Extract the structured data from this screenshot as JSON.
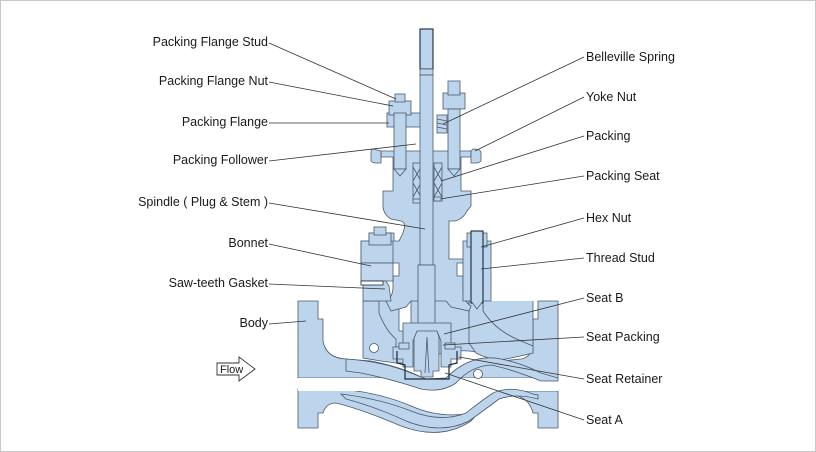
{
  "diagram": {
    "subject": "Control valve cross-section",
    "flow_label": "Flow",
    "colors": {
      "part_fill": "#bcd4ec",
      "outline": "#4a5a6a",
      "label_text": "#1a1a1a",
      "border": "#c8c8c8"
    },
    "left_labels": [
      "Packing Flange Stud",
      "Packing Flange Nut",
      "Packing Flange",
      "Packing Follower",
      "Spindle ( Plug & Stem )",
      "Bonnet",
      "Saw-teeth Gasket",
      "Body"
    ],
    "right_labels": [
      "Belleville Spring",
      "Yoke Nut",
      "Packing",
      "Packing Seat",
      "Hex Nut",
      "Thread Stud",
      "Seat B",
      "Seat Packing",
      "Seat Retainer",
      "Seat A"
    ]
  }
}
